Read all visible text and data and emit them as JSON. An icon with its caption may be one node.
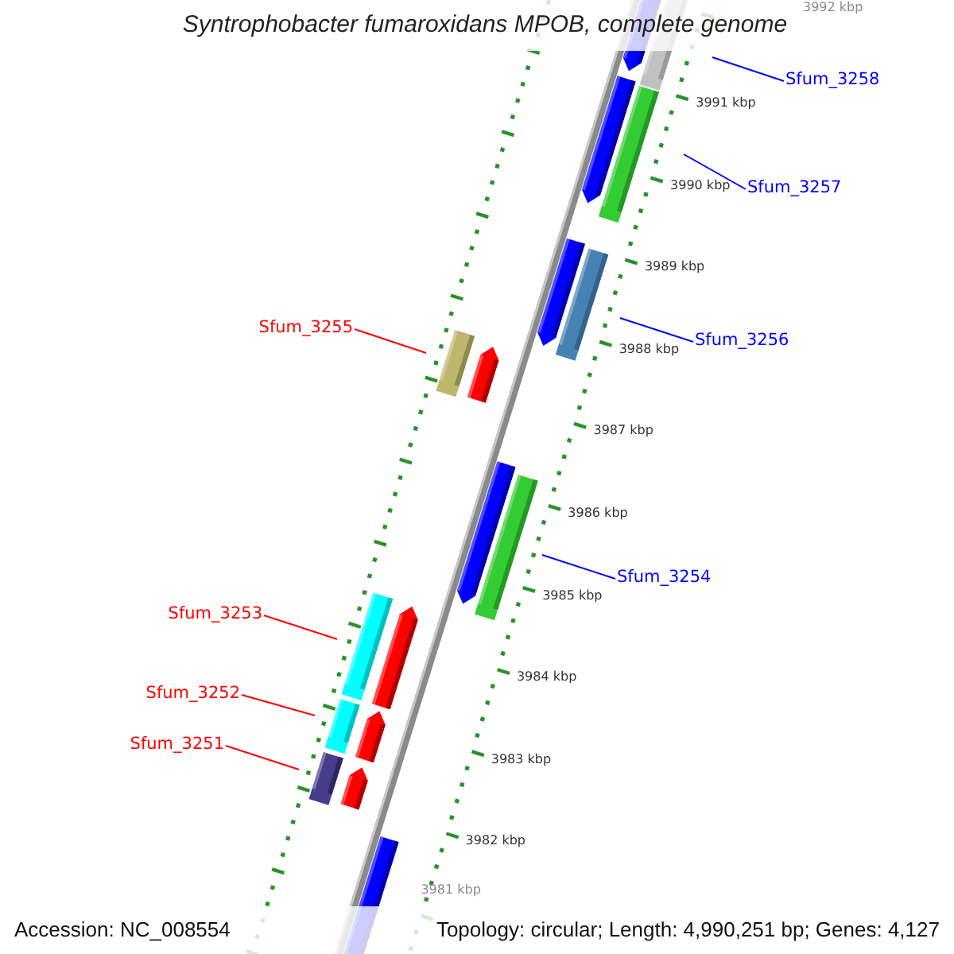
{
  "diagram": {
    "title": "Syntrophobacter fumaroxidans MPOB, complete genome",
    "nodes": [
      {
        "text": [
          "Sfum_3258"
        ]
      },
      {
        "text": [
          "Sfum_3257"
        ]
      },
      {
        "text": [
          "Sfum_3255"
        ]
      },
      {
        "text": [
          "Sfum_3256"
        ]
      },
      {
        "text": [
          "Sfum_3254"
        ]
      },
      {
        "text": [
          "Sfum_3253"
        ]
      },
      {
        "text": [
          "Sfum_3252"
        ]
      },
      {
        "text": [
          "Sfum_3251"
        ]
      }
    ],
    "edges": [
      {
        "from": 0,
        "to": null,
        "arrow": "none",
        "color": "#0000ff"
      },
      {
        "from": 1,
        "to": null,
        "arrow": "none",
        "color": "#0000ff"
      },
      {
        "from": 2,
        "to": null,
        "arrow": "none",
        "color": "#ff0000"
      },
      {
        "from": 3,
        "to": null,
        "arrow": "none",
        "color": "#0000ff"
      },
      {
        "from": 4,
        "to": null,
        "arrow": "none",
        "color": "#0000ff"
      },
      {
        "from": 5,
        "to": null,
        "arrow": "none",
        "color": "#ff0000"
      },
      {
        "from": 6,
        "to": null,
        "arrow": "none",
        "color": "#ff0000"
      },
      {
        "from": 7,
        "to": null,
        "arrow": "none",
        "color": "#ff0000"
      }
    ],
    "labels": [
      "3992 kbp",
      "3991 kbp",
      "3990 kbp",
      "3989 kbp",
      "3988 kbp",
      "3987 kbp",
      "3986 kbp",
      "3985 kbp",
      "3984 kbp",
      "3983 kbp",
      "3982 kbp",
      "3981 kbp",
      "Accession: NC_008554",
      "Topology: circular; Length: 4,990,251 bp; Genes: 4,127"
    ]
  }
}
